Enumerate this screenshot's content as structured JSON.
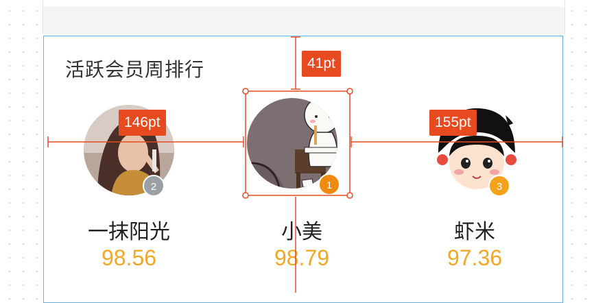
{
  "section": {
    "title": "活跃会员周排行"
  },
  "members": [
    {
      "name": "一抹阳光",
      "score": "98.56",
      "rank": "2",
      "badge_color": "#9aa0a6"
    },
    {
      "name": "小美",
      "score": "98.79",
      "rank": "1",
      "badge_color": "#f08a0c"
    },
    {
      "name": "虾米",
      "score": "97.36",
      "rank": "3",
      "badge_color": "#f5a21a"
    }
  ],
  "measurements": {
    "top_gap": "41pt",
    "left_gap": "146pt",
    "right_gap": "155pt",
    "color": "#e84a1f"
  },
  "colors": {
    "score": "#f5a623",
    "card_border": "#5fb3f0"
  }
}
